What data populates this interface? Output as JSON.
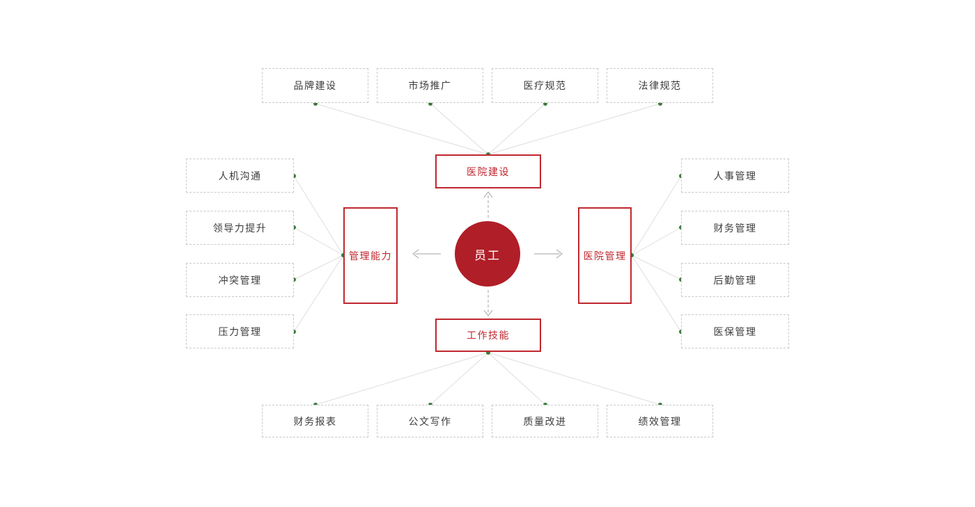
{
  "diagram": {
    "center": {
      "label": "员工"
    },
    "branches": {
      "top": {
        "label": "医院建设",
        "children": [
          "品牌建设",
          "市场推广",
          "医疗规范",
          "法律规范"
        ]
      },
      "left": {
        "label": "管理能力",
        "children": [
          "人机沟通",
          "领导力提升",
          "冲突管理",
          "压力管理"
        ]
      },
      "right": {
        "label": "医院管理",
        "children": [
          "人事管理",
          "财务管理",
          "后勤管理",
          "医保管理"
        ]
      },
      "bottom": {
        "label": "工作技能",
        "children": [
          "财务报表",
          "公文写作",
          "质量改进",
          "绩效管理"
        ]
      }
    },
    "colors": {
      "center_fill_red": "#b01e28",
      "hub_border_red": "#bf272e",
      "leaf_border_gray": "#c9c9c9",
      "leaf_text_gray": "#3c3c3c",
      "connector_gray": "#dedede",
      "arrow_gray": "#a3a3a3",
      "endpoint_dot_green": "#3a7a3a"
    }
  }
}
